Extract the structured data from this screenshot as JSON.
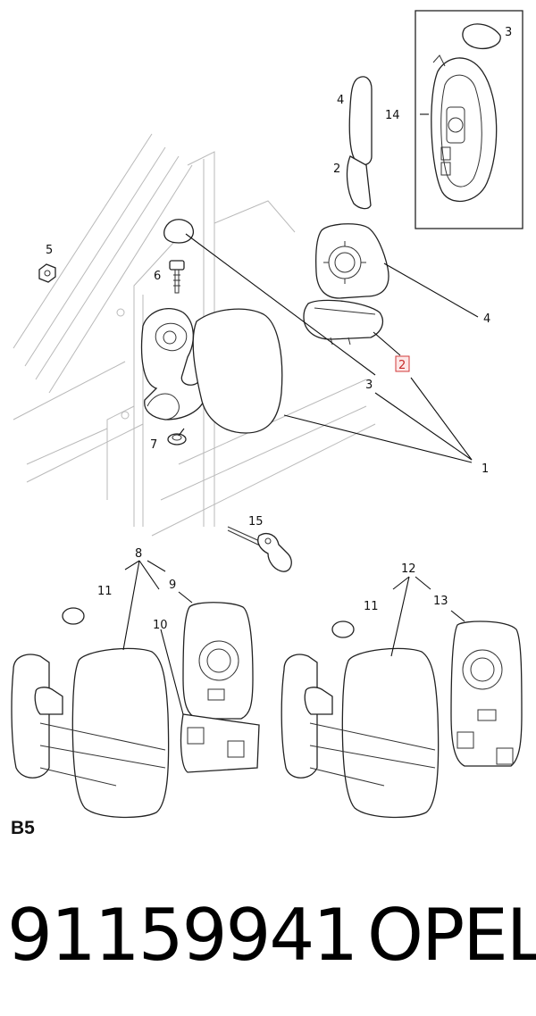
{
  "diagram": {
    "section_label": "B5",
    "callouts": {
      "c1": "1",
      "c2": "2",
      "c2_top": "2",
      "c3_top": "3",
      "c3_mid": "3",
      "c4_top": "4",
      "c4_mid": "4",
      "c5": "5",
      "c6": "6",
      "c7": "7",
      "c8": "8",
      "c9": "9",
      "c10": "10",
      "c11_left": "11",
      "c11_right": "11",
      "c12": "12",
      "c13": "13",
      "c14": "14",
      "c15": "15"
    },
    "highlight_color": "#d23a3a"
  },
  "footer": {
    "part_number": "91159941",
    "brand": "OPEL"
  }
}
